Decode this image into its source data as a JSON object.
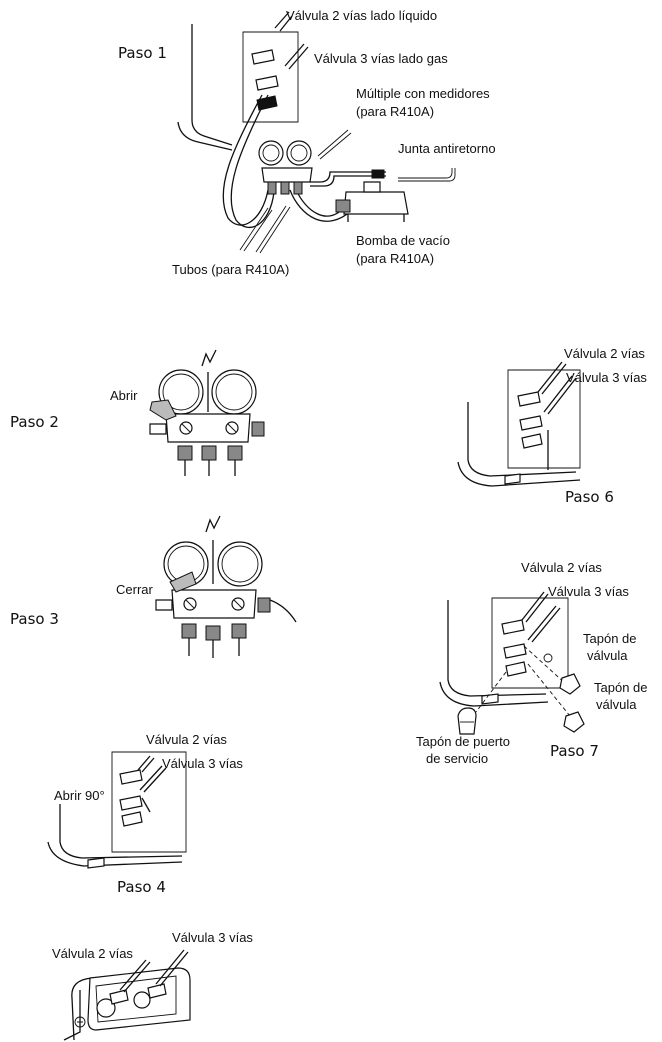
{
  "steps": {
    "paso1": "Paso 1",
    "paso2": "Paso 2",
    "paso3": "Paso 3",
    "paso4": "Paso 4",
    "paso6": "Paso 6",
    "paso7": "Paso 7"
  },
  "labels": {
    "valvula_2_liquido": "Válvula 2 vías lado líquido",
    "valvula_3_gas": "Válvula 3 vías lado gas",
    "multiple_line1": "Múltiple con medidores",
    "multiple_line2": "(para R410A)",
    "junta": "Junta antiretorno",
    "bomba_line1": "Bomba de vacío",
    "bomba_line2": "(para R410A)",
    "tubos": "Tubos (para R410A)",
    "abrir": "Abrir",
    "cerrar": "Cerrar",
    "valvula_2": "Válvula 2 vías",
    "valvula_3": "Válvula 3 vías",
    "abrir_90": "Abrir 90°",
    "tapon_valvula_line1": "Tapón de",
    "tapon_valvula_line2": "válvula",
    "tapon_puerto_line1": "Tapón de puerto",
    "tapon_puerto_line2": "de servicio"
  }
}
